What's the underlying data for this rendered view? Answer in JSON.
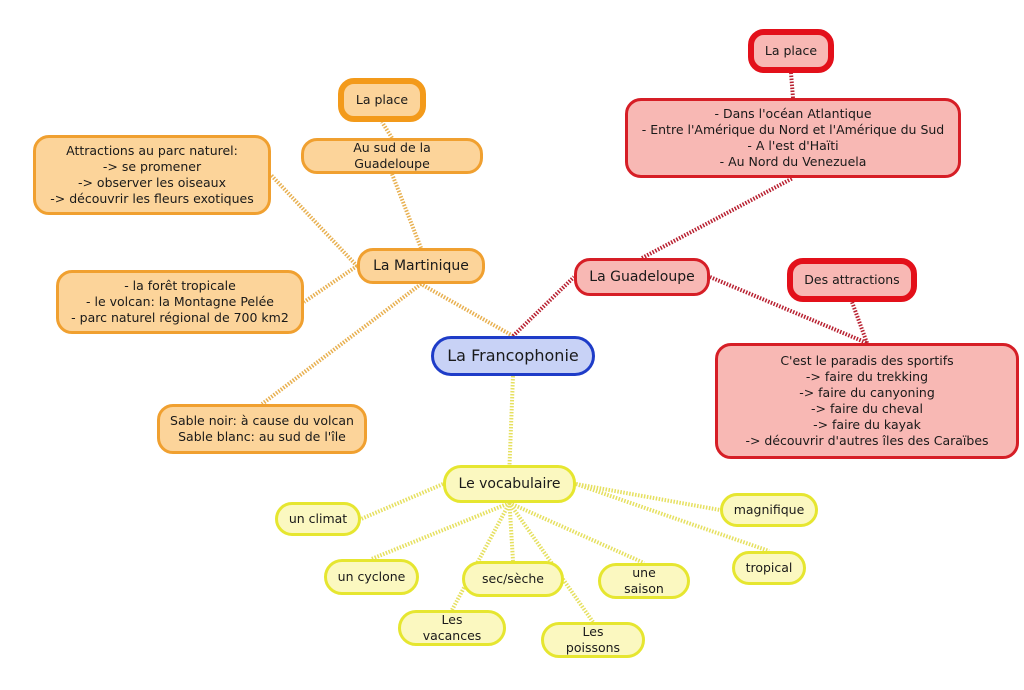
{
  "title": "La Francophonie",
  "colors": {
    "center_fill": "#c8d2f6",
    "center_border": "#1e3cc8",
    "martinique_fill": "#fcd49a",
    "martinique_border": "#f0a030",
    "guadeloupe_fill": "#f8b8b4",
    "guadeloupe_border": "#d61e26",
    "vocab_fill": "#fbf8c0",
    "vocab_border": "#e6e630"
  },
  "center": {
    "label": "La Francophonie"
  },
  "martinique": {
    "label": "La Martinique",
    "place_heading": "La place",
    "place_text": "Au sud de la Guadeloupe",
    "attractions": "Attractions au parc naturel:\n-> se promener\n-> observer les oiseaux\n-> découvrir les fleurs exotiques",
    "nature": "- la forêt tropicale\n- le volcan: la Montagne Pelée\n- parc naturel régional de 700 km2",
    "sable": "Sable noir: à cause du volcan\nSable blanc: au sud de l'île"
  },
  "guadeloupe": {
    "label": "La Guadeloupe",
    "place_heading": "La place",
    "place_text": "- Dans l'océan Atlantique\n- Entre l'Amérique du Nord et l'Amérique du Sud\n- A l'est d'Haïti\n- Au Nord du Venezuela",
    "attractions_heading": "Des attractions",
    "attractions_text": "C'est le paradis des sportifs\n-> faire du trekking\n-> faire du canyoning\n-> faire du cheval\n-> faire du kayak\n-> découvrir d'autres îles des Caraïbes"
  },
  "vocabulaire": {
    "label": "Le vocabulaire",
    "words": [
      "un climat",
      "un cyclone",
      "Les vacances",
      "sec/sèche",
      "Les poissons",
      "une saison",
      "tropical",
      "magnifique"
    ]
  }
}
